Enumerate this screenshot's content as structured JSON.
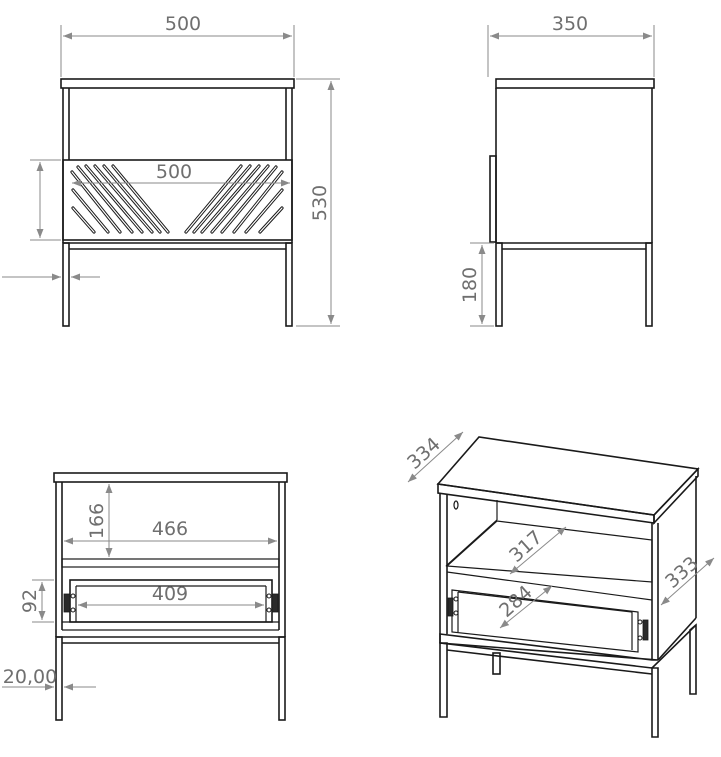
{
  "diagram": {
    "views": {
      "front": {
        "width_label": "500",
        "height_label": "530",
        "panel_label": "500"
      },
      "side": {
        "depth_label": "350",
        "leg_height_label": "180"
      },
      "front_open": {
        "shelf_gap_label": "166",
        "inner_width_label": "466",
        "drawer_height_label": "92",
        "drawer_width_label": "409",
        "leg_label": "20,00"
      },
      "isometric": {
        "top_depth_label": "334",
        "shelf_depth_label": "317",
        "side_depth_label": "333",
        "drawer_depth_label": "284"
      }
    },
    "colors": {
      "line": "#1a1a1a",
      "dimension": "#8a8a8a",
      "text": "#6f6f6f"
    }
  }
}
